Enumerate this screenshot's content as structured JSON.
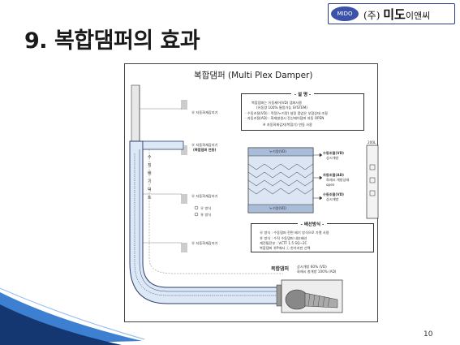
{
  "title": "9. 복합댐퍼의 효과",
  "logo": {
    "badge": "MIDO",
    "paren": "(주)",
    "name_bold": "미도",
    "name_rest": "이앤씨"
  },
  "diagram": {
    "title": "복합댐퍼 (Multi Plex Damper)",
    "explain_box": {
      "heading": "- 설 명 -",
      "lines": [
        "복합댐퍼는 유동제어(VD) 댐퍼사용",
        "(유동량 100% 통풍가능 SYSTEM)",
        "- 수동조절(VD) : 적정(누기량) 설정 풍압은 부합상태 조절",
        "- 자동조절(AD) : 화재발생시 전산제어댐퍼 자동 OPEN",
        "※ 자동화재감지(복합기) 연동 사용"
      ]
    },
    "exhaust_box": {
      "heading": "- 배선방식 -",
      "lines": [
        "Ⓐ 방식 : 수동댐퍼 전면 배기 방식으로 가열 사용",
        "Ⓑ 방식 : 수직 수동댐퍼 내부배선",
        "계전통전부 : VCTF 1.5 SQ~2C",
        "복합댐퍼 ⒷP에서 ⓒ 한가지만 선택"
      ]
    },
    "floor_labels": [
      "Ⓐ 자동화재감지기",
      "Ⓐ 자동화재감지기",
      "(복합댐퍼 연동)",
      "Ⓐ 자동화재감지기",
      "Ⓐ 자동화재감지기"
    ],
    "shaft_label": "수 직 배 기 덕 트",
    "wiring_labels": [
      "Ⓐ 방식",
      "Ⓑ 방식"
    ],
    "damper_labels": {
      "top_band": "누기량(VD)",
      "bottom_band": "누기량(VD)",
      "vd_top": "수동조절(VD)",
      "vd_top_sub": "상시개방",
      "ad_mid": "자동조절(AD)",
      "ad_mid_sub": "화재시 개방상태",
      "ad_mid_sub2": "open",
      "vd_bot": "수동조절(VD)",
      "vd_bot_sub": "상시개방"
    },
    "panel_label": "200L",
    "bottom_damper": {
      "name": "복합댐퍼",
      "line1": "상시개방 60% (VD)",
      "line2": "화재시 총개방 100% (AD)"
    }
  },
  "page_number": "10",
  "colors": {
    "duct_fill": "#dde8f6",
    "duct_stroke": "#2c3d6d",
    "title": "#1a1a1a",
    "swoosh_dark": "#143772",
    "swoosh_light": "#3d7fd0",
    "logo_border": "#2a3a88"
  }
}
